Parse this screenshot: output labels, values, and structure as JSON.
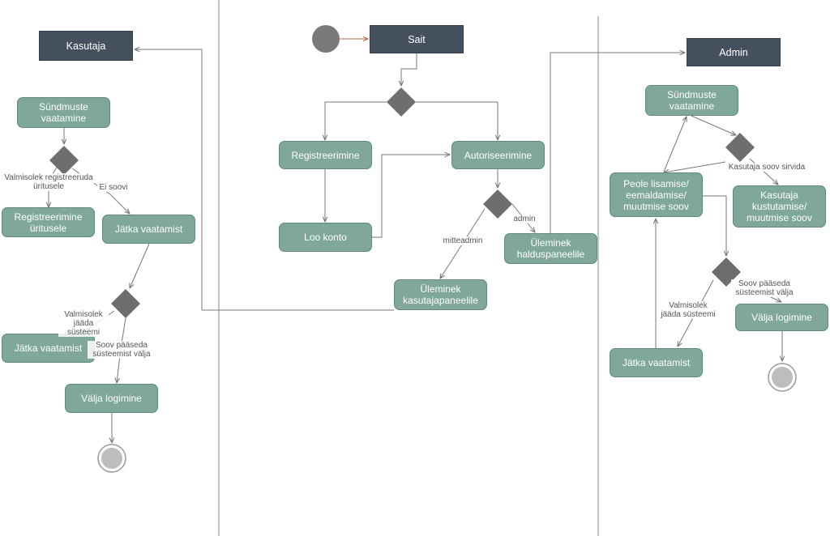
{
  "swimlanes": {
    "kasutaja": "Kasutaja",
    "sait": "Sait",
    "admin": "Admin"
  },
  "kasutaja": {
    "sundmuste_vaatamine": "Sündmuste\nvaatamine",
    "registreerimine_uritusele": "Registreerimine\nüritusele",
    "jatka_vaatamist_1": "Jätka vaatamist",
    "jatka_vaatamist_2": "Jätka vaatamist",
    "valja_logimine": "Välja logimine",
    "label_valmisolek_reg": "Valmisolek registreeruda\nüritusele",
    "label_ei_soovi": "Ei soovi",
    "label_valmisolek_jaada": "Valmisolek\njääda süsteemi",
    "label_soov_paaseda": "Soov pääseda\nsüsteemist välja"
  },
  "sait": {
    "registreerimine": "Registreerimine",
    "autoriseerimine": "Autoriseerimine",
    "loo_konto": "Loo konto",
    "uleminek_kasutaja": "Üleminek\nkasutajapaneelile",
    "uleminek_haldus": "Üleminek\nhalduspaneelile",
    "label_mitteadmin": "mitteadmin",
    "label_admin": "admin"
  },
  "admin": {
    "sundmuste_vaatamine": "Sündmuste\nvaatamine",
    "peole_lisamise": "Peole lisamise/\neemaldamise/\nmuutmise soov",
    "kasutaja_kustutamise": "Kasutaja\nkustutamise/\nmuutmise soov",
    "valja_logimine": "Välja logimine",
    "jatka_vaatamist": "Jätka vaatamist",
    "label_kasutaja_soov": "Kasutaja soov sirvida",
    "label_soov_paaseda": "Soov pääseda\nsüsteemist välja",
    "label_valmisolek_jaada": "Valmisolek\njääda süsteemi"
  },
  "colors": {
    "activity_fill": "#7fa89b",
    "activity_border": "#5f8a7c",
    "header_fill": "#45505f",
    "decision_fill": "#6e6e6e",
    "start_fill": "#7a7a7a",
    "end_fill": "#bdbdbd",
    "line": "#777777",
    "start_arrow": "#b06a4e"
  }
}
